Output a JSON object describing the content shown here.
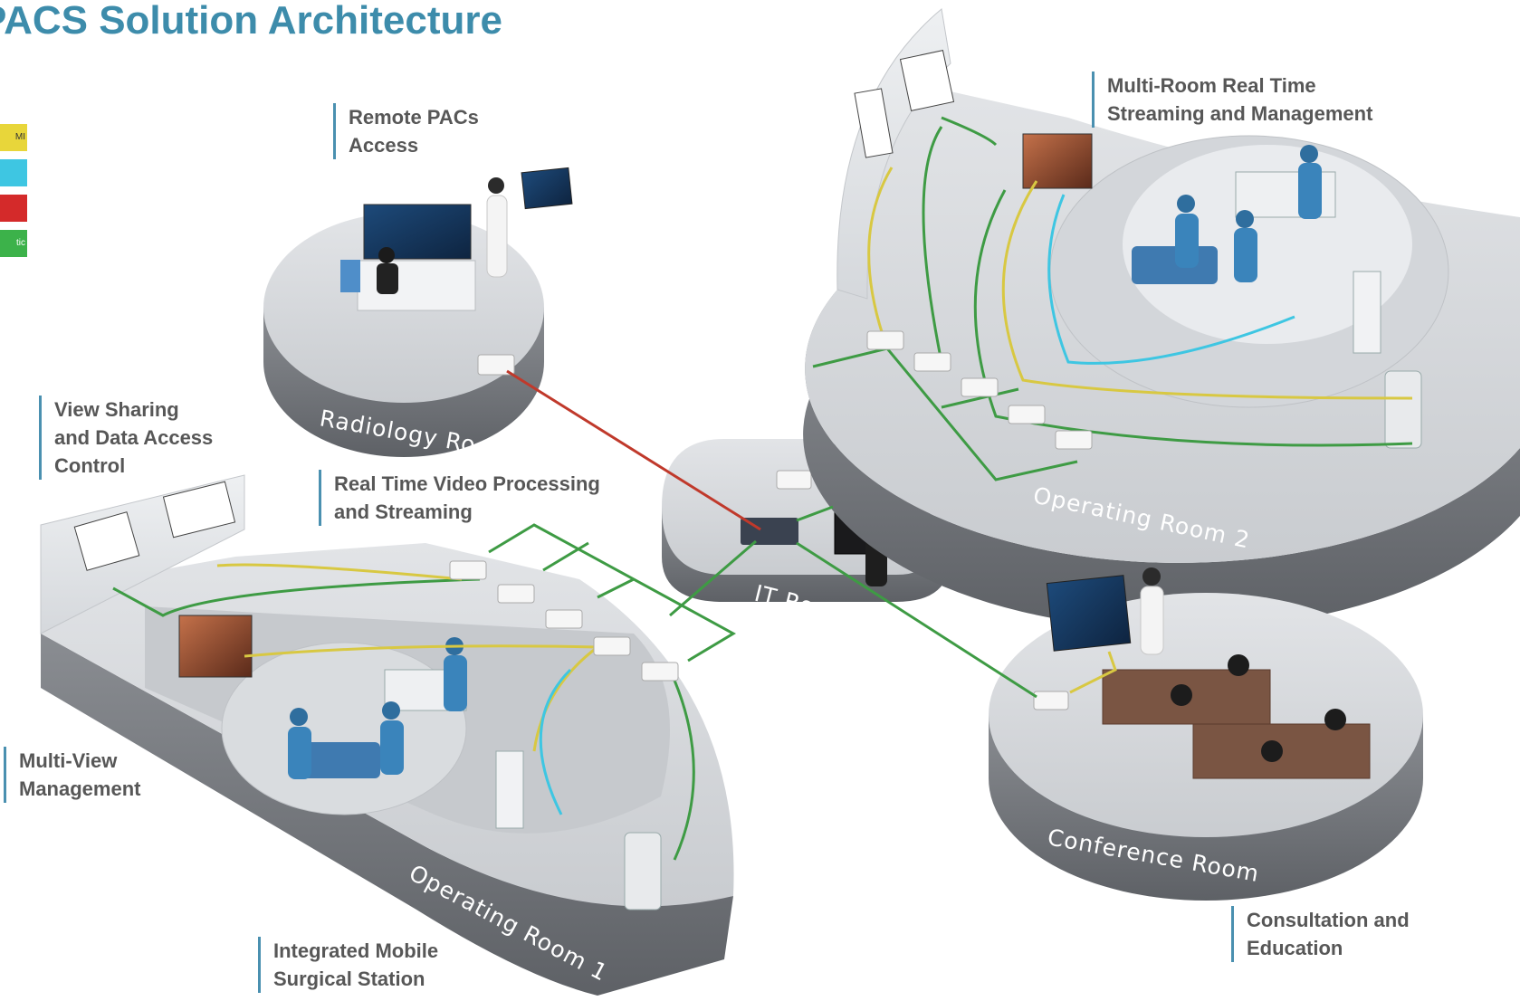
{
  "title": "PACS Solution Architecture",
  "legend": [
    {
      "label": "HDMI",
      "visible_text": "MI",
      "color": "#e8d63a"
    },
    {
      "label": "",
      "visible_text": "",
      "color": "#3ec6e2"
    },
    {
      "label": "",
      "visible_text": "",
      "color": "#d42a2a"
    },
    {
      "label": "Optic",
      "visible_text": "tic",
      "color": "#3cb24a"
    }
  ],
  "cable_colors": {
    "yellow": "#d8c842",
    "cyan": "#3ec6e2",
    "red": "#c0392b",
    "green": "#3e9b44"
  },
  "callouts": {
    "remote_pacs": [
      "Remote PACs",
      "Access"
    ],
    "multi_room": [
      "Multi-Room Real Time",
      "Streaming and Management"
    ],
    "view_sharing": [
      "View Sharing",
      "and Data Access",
      "Control"
    ],
    "real_time_video": [
      "Real Time Video Processing",
      "and Streaming"
    ],
    "multi_view": [
      "Multi-View",
      "Management"
    ],
    "consultation": [
      "Consultation and",
      "Education"
    ],
    "integrated_mobile": [
      "Integrated Mobile",
      "Surgical Station"
    ]
  },
  "rooms": {
    "radiology": "Radiology Room",
    "operating_1": "Operating Room 1",
    "operating_2": "Operating Room 2",
    "it": "IT Room",
    "conference": "Conference Room"
  }
}
